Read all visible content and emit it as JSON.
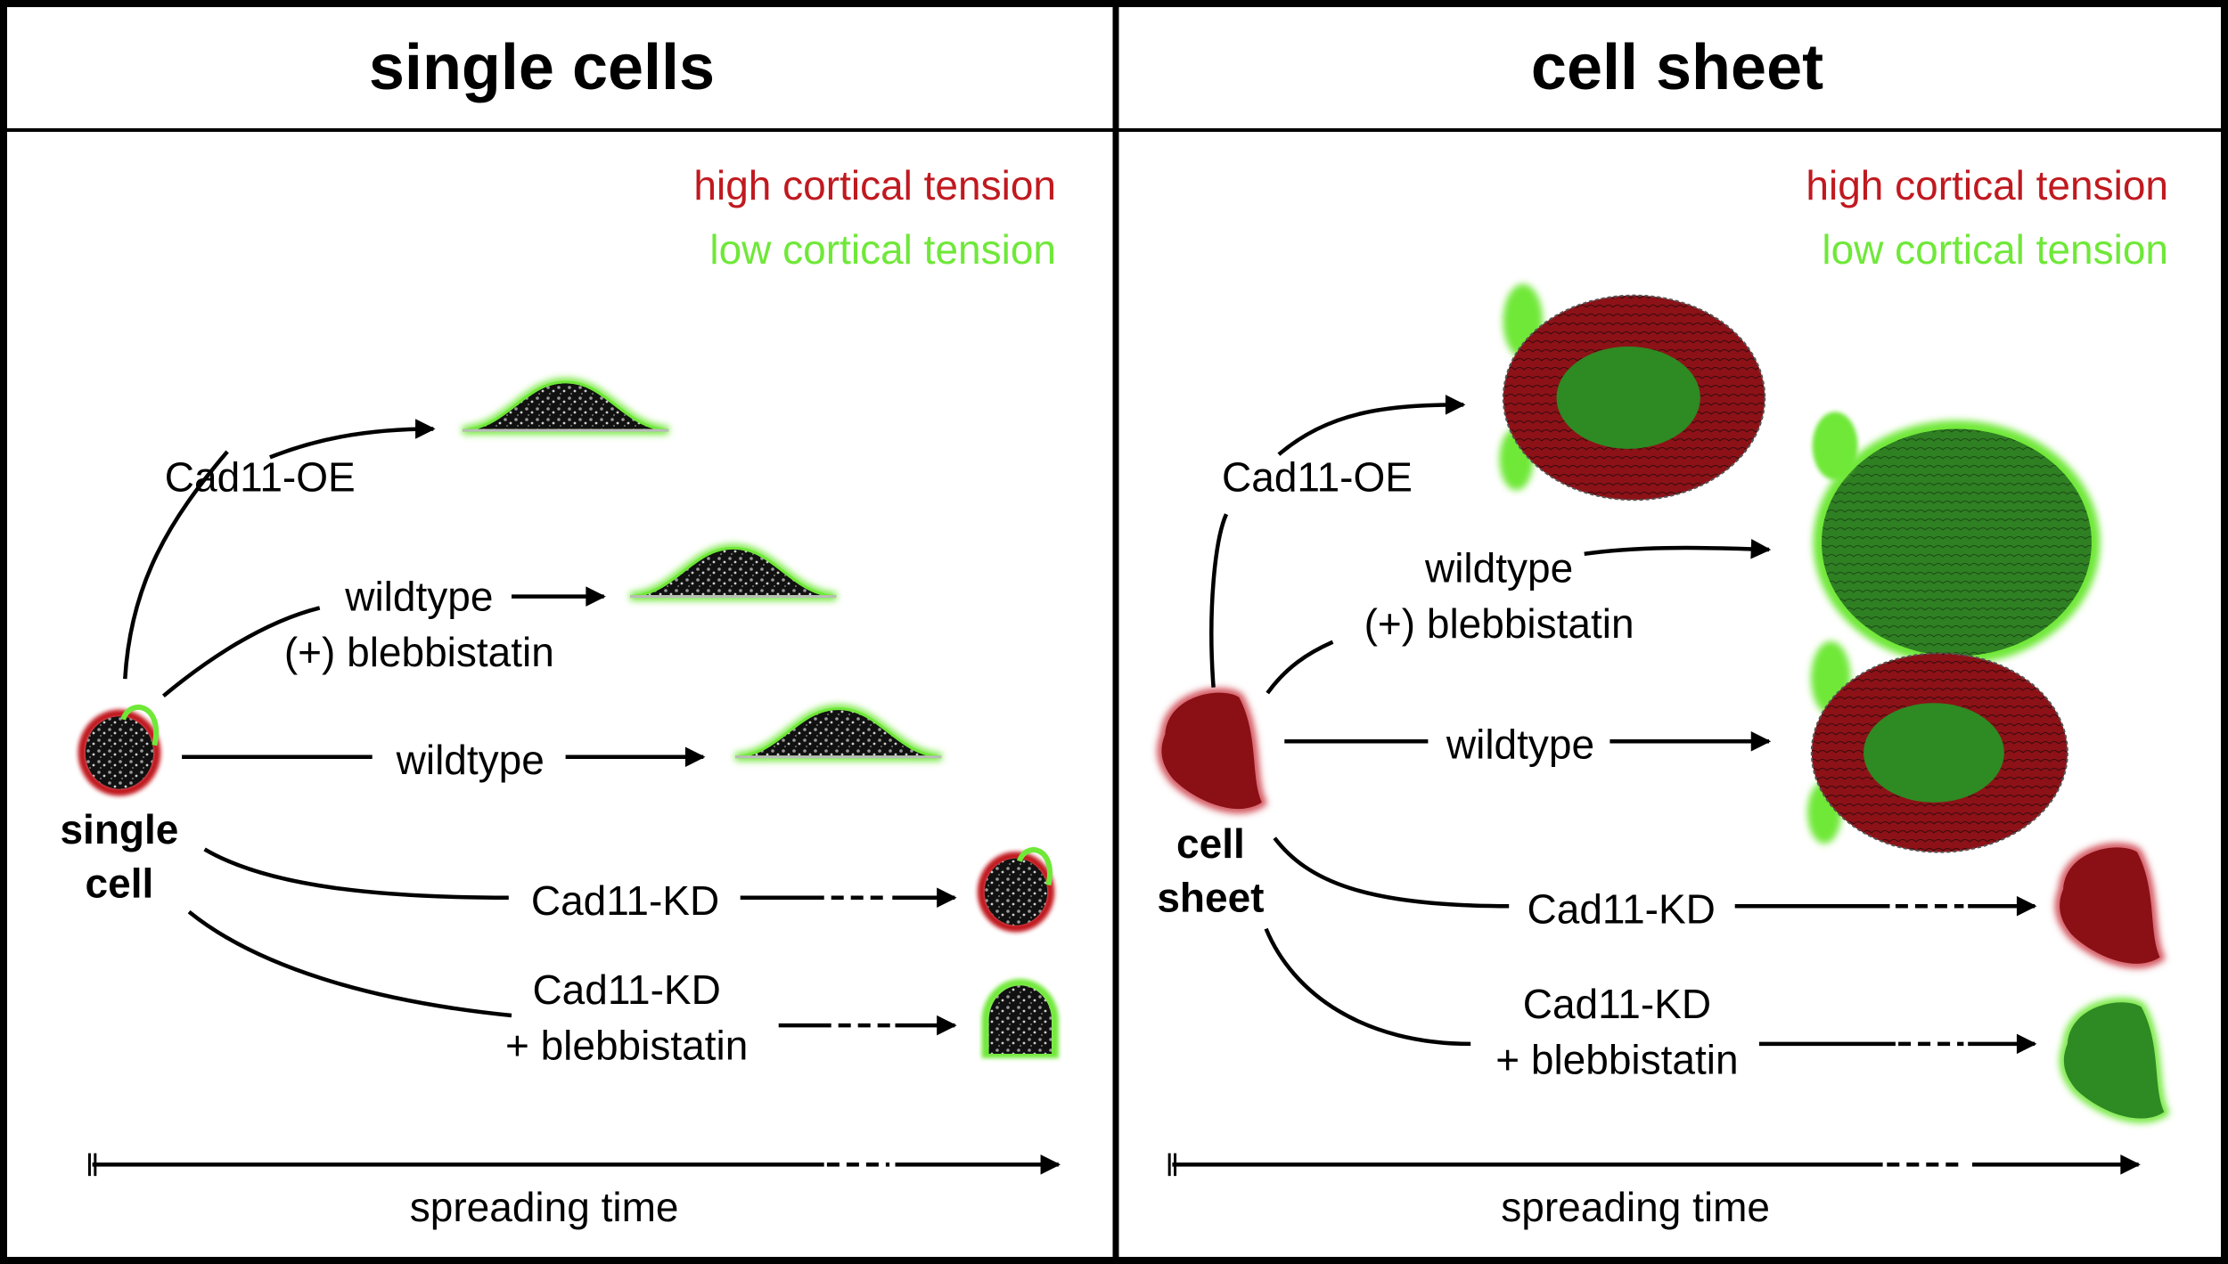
{
  "colors": {
    "high_tension": "#c0191f",
    "low_tension": "#6fe838",
    "frame": "#000000",
    "cell_dark": "#1a1a1a",
    "sheet_red": "#8a1016",
    "sheet_green": "#2e8a22"
  },
  "panels": [
    {
      "title": "single cells",
      "legend": {
        "high": "high cortical tension",
        "low": "low cortical tension"
      },
      "origin_label": [
        "single",
        "cell"
      ],
      "branches": [
        {
          "label": [
            "Cad11-OE"
          ],
          "outcome": "spread-cell"
        },
        {
          "label": [
            "wildtype",
            "(+) blebbistatin"
          ],
          "outcome": "spread-cell"
        },
        {
          "label": [
            "wildtype"
          ],
          "outcome": "spread-cell"
        },
        {
          "label": [
            "Cad11-KD"
          ],
          "outcome": "round-cell-red-green"
        },
        {
          "label": [
            "Cad11-KD",
            "+ blebbistatin"
          ],
          "outcome": "round-cell-green"
        }
      ],
      "axis_label": "spreading time"
    },
    {
      "title": "cell sheet",
      "legend": {
        "high": "high cortical tension",
        "low": "low cortical tension"
      },
      "origin_label": [
        "cell",
        "sheet"
      ],
      "branches": [
        {
          "label": [
            "Cad11-OE"
          ],
          "outcome": "sheet-ring"
        },
        {
          "label": [
            "wildtype",
            "(+) blebbistatin"
          ],
          "outcome": "sheet-green"
        },
        {
          "label": [
            "wildtype"
          ],
          "outcome": "sheet-ring"
        },
        {
          "label": [
            "Cad11-KD"
          ],
          "outcome": "blob-red"
        },
        {
          "label": [
            "Cad11-KD",
            "+ blebbistatin"
          ],
          "outcome": "blob-green"
        }
      ],
      "axis_label": "spreading time"
    }
  ]
}
